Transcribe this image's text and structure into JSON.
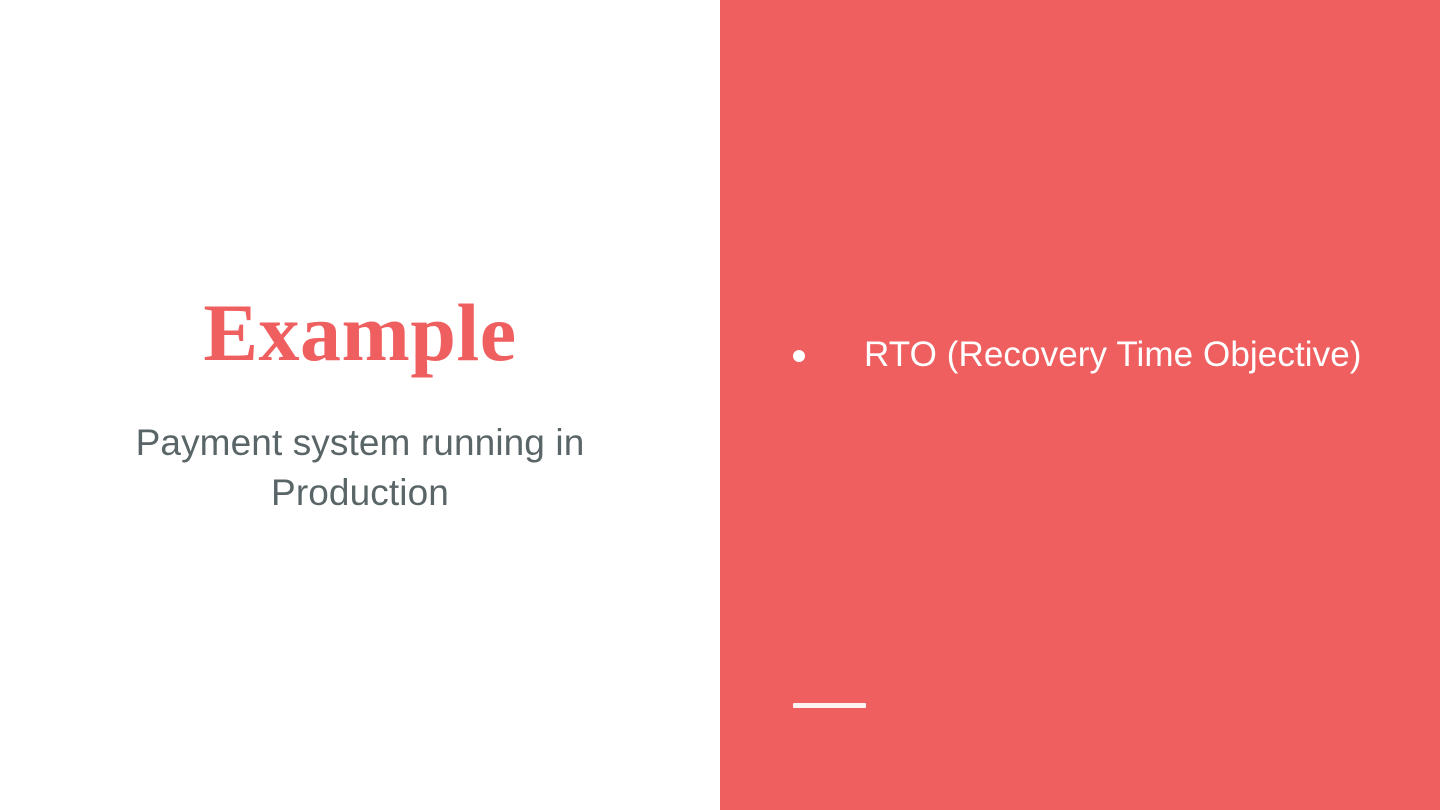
{
  "slide": {
    "background_color": "#FFFFFF",
    "accent_color": "#F05F5F",
    "left_panel": {
      "title": "Example",
      "title_color": "#F05F5F",
      "subtitle": "Payment system running in Production",
      "subtitle_color": "#5A6567"
    },
    "right_panel": {
      "background_color": "#F05F5F",
      "text_color": "#FFFFFF",
      "bullets": [
        {
          "marker": "bullet-dot-icon",
          "text": "RTO (Recovery Time Objective)"
        }
      ],
      "accent_rule": {
        "name": "accent-rule",
        "color": "#FBF4F3"
      }
    }
  }
}
